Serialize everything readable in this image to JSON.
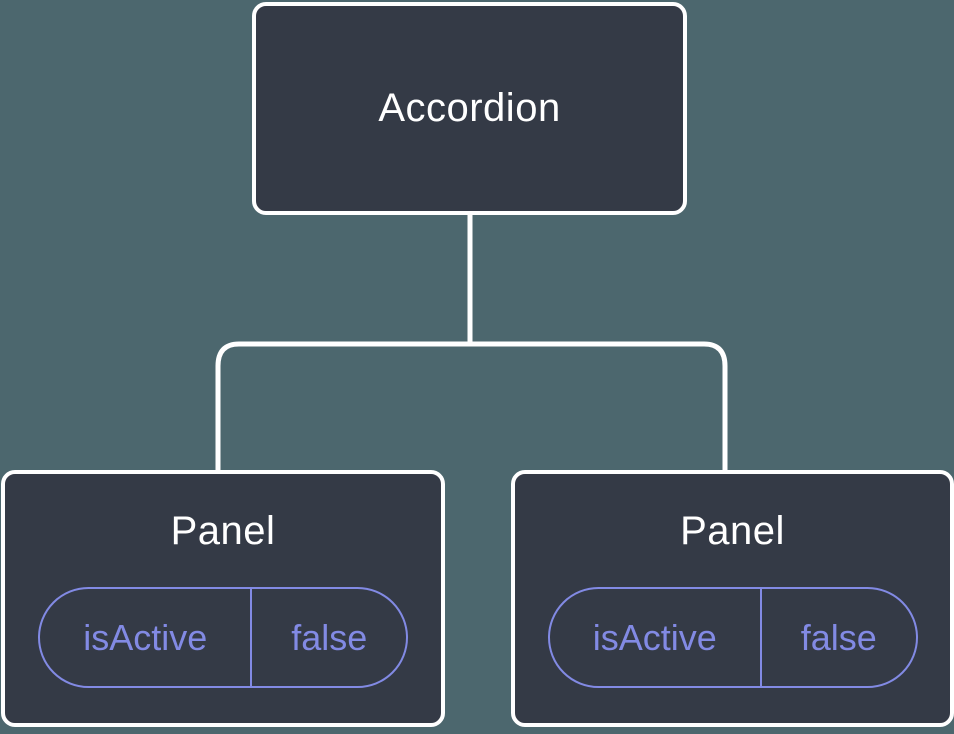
{
  "tree": {
    "root": {
      "label": "Accordion"
    },
    "children": [
      {
        "label": "Panel",
        "state": {
          "name": "isActive",
          "value": "false"
        }
      },
      {
        "label": "Panel",
        "state": {
          "name": "isActive",
          "value": "false"
        }
      }
    ]
  },
  "colors": {
    "background": "#4c676e",
    "node_fill": "#343a46",
    "node_border": "#ffffff",
    "node_text": "#ffffff",
    "state_accent": "#828ae4",
    "connector": "#ffffff"
  }
}
